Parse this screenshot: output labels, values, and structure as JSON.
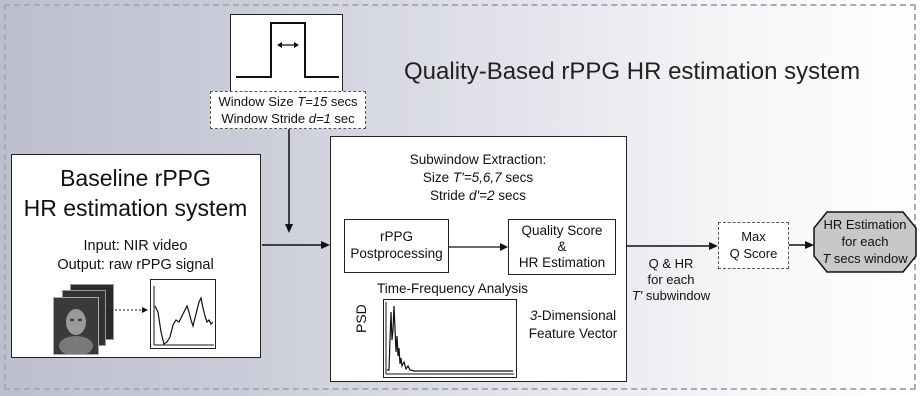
{
  "title": "Quality-Based rPPG HR estimation system",
  "window_box": {
    "size_prefix": "Window Size ",
    "size_var": "T=15",
    "size_suffix": " secs",
    "stride_prefix": "Window Stride ",
    "stride_var": "d=1",
    "stride_suffix": " sec"
  },
  "baseline": {
    "title_line1": "Baseline rPPG",
    "title_line2": "HR estimation system",
    "input": "Input: NIR video",
    "output": "Output: raw rPPG signal"
  },
  "processing": {
    "subwindow_title": "Subwindow Extraction:",
    "size_prefix": "Size ",
    "size_var": "T'=5,6,7",
    "size_suffix": " secs",
    "stride_prefix": "Stride ",
    "stride_var": "d'=2",
    "stride_suffix": " secs",
    "rppg_line1": "rPPG",
    "rppg_line2": "Postprocessing",
    "quality_line1": "Quality Score",
    "quality_line2": "&",
    "quality_line3": "HR Estimation",
    "tfa_label": "Time-Frequency Analysis",
    "psd_label": "PSD",
    "feature_dim": "3",
    "feature_line1_rest": "-Dimensional",
    "feature_line2": "Feature Vector"
  },
  "q_hr": {
    "line1": "Q & HR",
    "line2": "for each",
    "line3_var": "T'",
    "line3_rest": " subwindow"
  },
  "max_q": {
    "line1": "Max",
    "line2": "Q Score"
  },
  "output": {
    "line1": "HR Estimation",
    "line2": "for each",
    "line3_var": "T",
    "line3_rest": "  secs window"
  },
  "colors": {
    "stroke": "#111111",
    "output_fill": "#c8c8c8",
    "face_image": "#3a3a3a"
  }
}
